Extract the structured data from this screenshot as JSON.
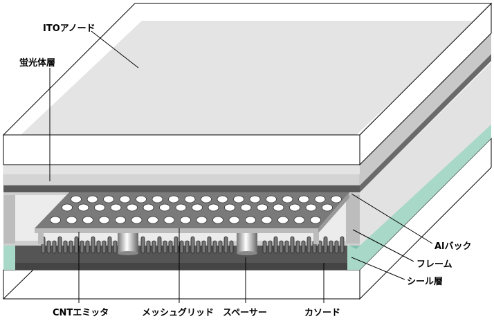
{
  "labels": {
    "ito_anode": "ITOアノード",
    "phosphor": "蛍光体層",
    "al_back": "Alバック",
    "frame": "フレーム",
    "seal": "シール層",
    "cnt_emitter": "CNTエミッタ",
    "mesh_grid": "メッシュグリッド",
    "spacer": "スペーサー",
    "cathode": "カソード"
  },
  "colors": {
    "glass": "#e6e6e6",
    "phosphor": "#d2d2d2",
    "al_back": "#5a5a5a",
    "frame": "#c8c8c8",
    "seal": "#a8d8c8",
    "cathode": "#555555",
    "mesh": "#7a7a7a"
  }
}
